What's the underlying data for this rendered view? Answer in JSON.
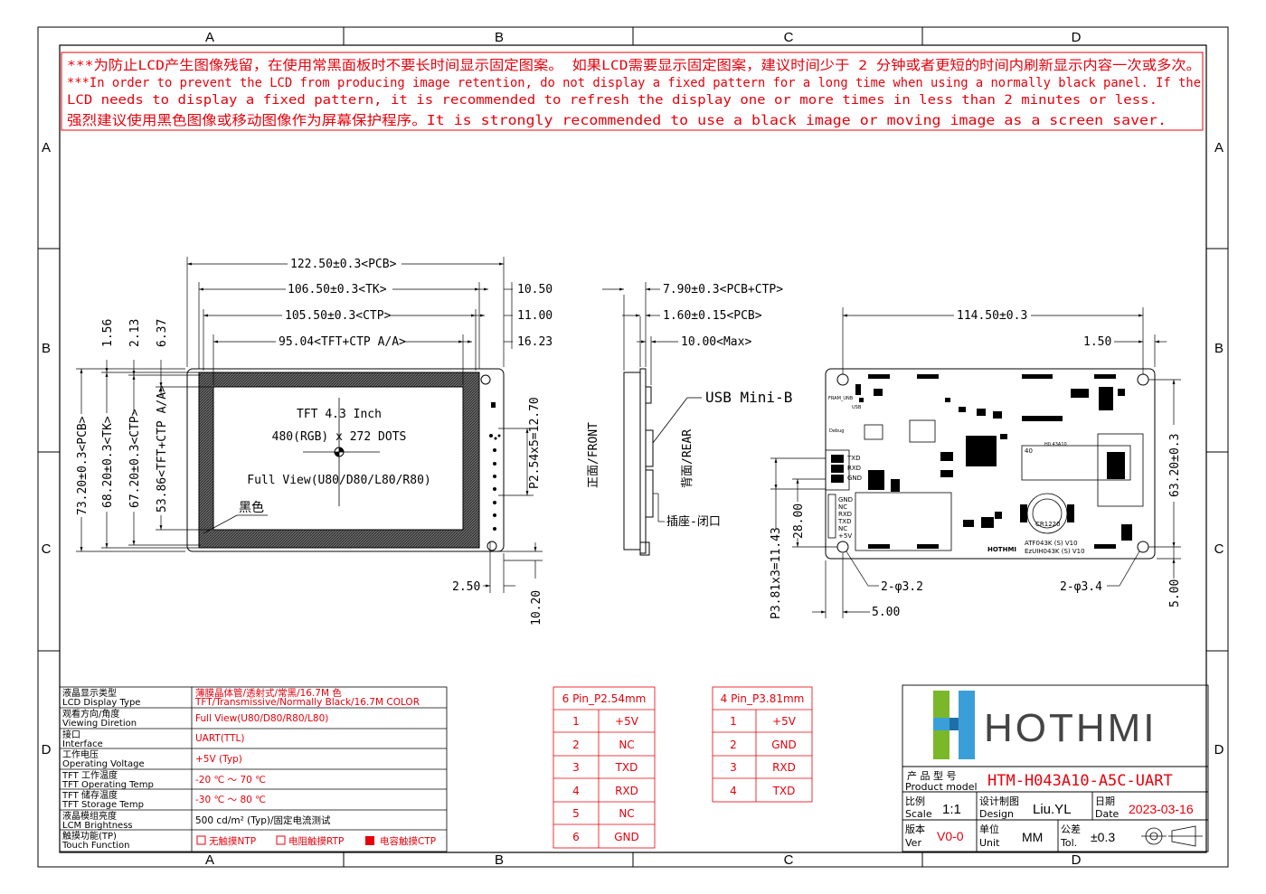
{
  "zones": {
    "col_labels": [
      "A",
      "B",
      "C",
      "D"
    ],
    "row_labels": [
      "A",
      "B",
      "C",
      "D"
    ]
  },
  "warning": {
    "line1": "***为防止LCD产生图像残留，在使用常黑面板时不要长时间显示固定图案。 如果LCD需要显示固定图案，建议时间少于 2 分钟或者更短的时间内刷新显示内容一次或多次。",
    "line2": "***In order to prevent the LCD from producing image retention, do not display a fixed pattern for a long time when using a normally black panel. If the",
    "line3": " LCD needs to display a fixed pattern, it is recommended to refresh the display one or more times in less than 2 minutes or less.",
    "line4": "强烈建议使用黑色图像或移动图像作为屏幕保护程序。It is strongly recommended to use a black image or moving image as a screen saver."
  },
  "front_view": {
    "dim_pcb_w": "122.50±0.3<PCB>",
    "dim_tk_w": "106.50±0.3<TK>",
    "dim_ctp_w": "105.50±0.3<CTP>",
    "dim_aa_w": "95.04<TFT+CTP A/A>",
    "dim_r1": "10.50",
    "dim_r2": "11.00",
    "dim_r3": "16.23",
    "dim_t1": "1.56",
    "dim_t2": "2.13",
    "dim_t3": "6.37",
    "dim_pcb_h": "73.20±0.3<PCB>",
    "dim_tk_h": "68.20±0.3<TK>",
    "dim_ctp_h": "67.20±0.3<CTP>",
    "dim_aa_h": "53.86<TFT+CTP A/A>",
    "screen_l1": "TFT 4.3 Inch",
    "screen_l2": "480(RGB) x 272 DOTS",
    "screen_l3": "Full View(U80/D80/L80/R80)",
    "black_label": "黑色",
    "pin_pitch": "P2.54x5=12.70",
    "dim_b1": "2.50",
    "dim_b2": "10.20"
  },
  "side_view": {
    "dim_total": "7.90±0.3<PCB+CTP>",
    "dim_pcb": "1.60±0.15<PCB>",
    "dim_max": "10.00<Max>",
    "usb": "USB Mini-B",
    "front": "正面/FRONT",
    "rear": "背面/REAR",
    "socket": "插座-闭口"
  },
  "back_view": {
    "dim_w": "114.50±0.3",
    "dim_edge": "1.50",
    "dim_h": "63.20±0.3",
    "dim_b": "5.00",
    "hole_l": "2-φ3.2",
    "hole_r": "2-φ3.4",
    "dim_x": "5.00",
    "dim_p1": "28.00",
    "dim_p2": "P3.81x3=11.43",
    "silk_txd": "TXD",
    "silk_rxd": "RXD",
    "silk_gnd": "GND",
    "silk_pins": [
      "GND",
      "NC",
      "RXD",
      "TXD",
      "NC",
      "+5V"
    ],
    "battery": "CR1220",
    "fpc_num": "40",
    "board1": "ATF043K (S) V10",
    "board2": "EzUIH043K (S) V10",
    "brand_silk": "HOTHMI",
    "tiny1": "FRAM_UNB",
    "tiny2": "USB",
    "tiny3": "Debug",
    "tiny4": "H0 43A10"
  },
  "specs": [
    {
      "label_cn": "液晶显示类型",
      "label_en": "LCD Display Type",
      "value": "薄膜晶体管/透射式/常黑/16.7M 色",
      "value2": "TFT/Transmissive/Normally Black/16.7M COLOR"
    },
    {
      "label_cn": "观看方向/角度",
      "label_en": "Viewing Diretion",
      "value": "Full View(U80/D80/R80/L80)",
      "value2": ""
    },
    {
      "label_cn": "接口",
      "label_en": "Interface",
      "value": "UART(TTL)",
      "value2": ""
    },
    {
      "label_cn": "工作电压",
      "label_en": "Operating Voltage",
      "value": "+5V (Typ)",
      "value2": ""
    },
    {
      "label_cn": "TFT 工作温度",
      "label_en": "TFT Operating Temp",
      "value": "-20 ℃ ～ 70 ℃",
      "value2": ""
    },
    {
      "label_cn": "TFT 储存温度",
      "label_en": "TFT Storage Temp",
      "value": "-30 ℃ ～ 80 ℃",
      "value2": ""
    },
    {
      "label_cn": "液晶模组亮度",
      "label_en": "LCM Brightness",
      "value": "500 cd/m² (Typ)/固定电流测试",
      "value2": ""
    },
    {
      "label_cn": "触摸功能(TP)",
      "label_en": "Touch Function",
      "value": "",
      "value2": ""
    }
  ],
  "touch": {
    "opt1": "无触摸NTP",
    "opt2": "电阻触摸RTP",
    "opt3": "电容触摸CTP"
  },
  "pins6": {
    "title": "6 Pin_P2.54mm",
    "rows": [
      [
        "1",
        "+5V"
      ],
      [
        "2",
        "NC"
      ],
      [
        "3",
        "TXD"
      ],
      [
        "4",
        "RXD"
      ],
      [
        "5",
        "NC"
      ],
      [
        "6",
        "GND"
      ]
    ]
  },
  "pins4": {
    "title": "4 Pin_P3.81mm",
    "rows": [
      [
        "1",
        "+5V"
      ],
      [
        "2",
        "GND"
      ],
      [
        "3",
        "RXD"
      ],
      [
        "4",
        "TXD"
      ]
    ]
  },
  "title_block": {
    "logo": "HOTHMI",
    "model_cn": "产 品 型 号",
    "model_en": "Product model",
    "model": "HTM-H043A10-A5C-UART",
    "scale_cn": "比例",
    "scale_en": "Scale",
    "scale": "1:1",
    "design_cn": "设计制图",
    "design_en": "Design",
    "designer": "Liu.YL",
    "date_cn": "日期",
    "date_en": "Date",
    "date": "2023-03-16",
    "ver_cn": "版本",
    "ver_en": "Ver",
    "ver": "V0-0",
    "unit_cn": "单位",
    "unit_en": "Unit",
    "unit": "MM",
    "tol_cn": "公差",
    "tol_en": "Tol.",
    "tol": "±0.3"
  },
  "colors": {
    "red": "#e8000b",
    "logo_green": "#7ab829",
    "logo_blue": "#3a9fd8"
  }
}
